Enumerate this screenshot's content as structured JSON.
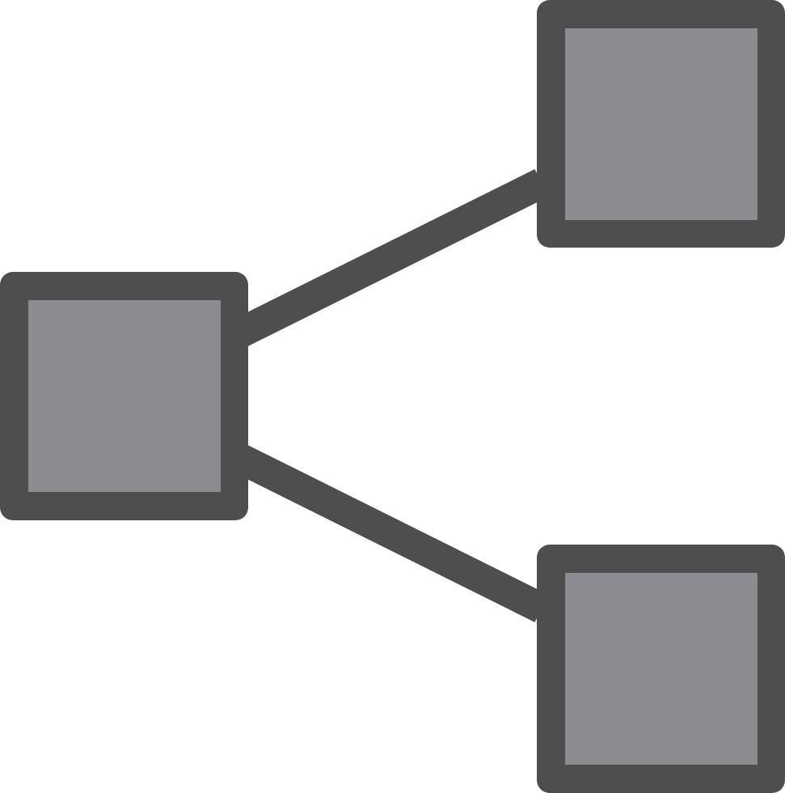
{
  "icon": {
    "name": "share-network-icon",
    "colors": {
      "stroke": "#4d4f4f",
      "fill": "#8b8c90",
      "background": "#ffffff"
    },
    "nodes": [
      "source-node",
      "target-node-top",
      "target-node-bottom"
    ],
    "connectors": [
      "connector-top",
      "connector-bottom"
    ]
  }
}
